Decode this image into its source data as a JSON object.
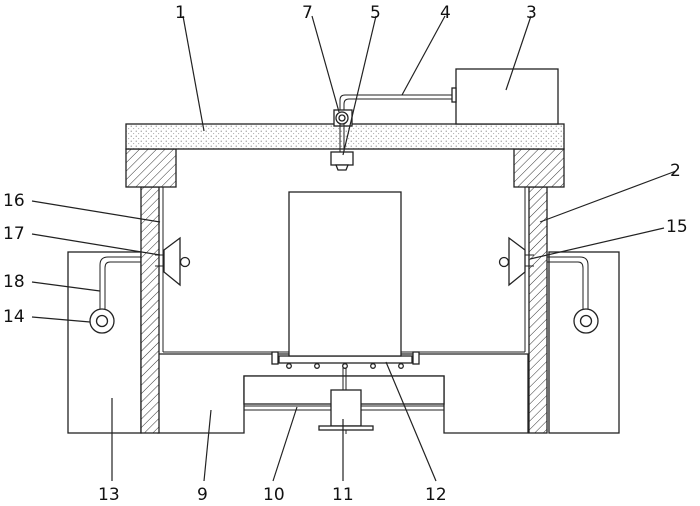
{
  "labels": {
    "l1": "1",
    "l2": "2",
    "l3": "3",
    "l4": "4",
    "l5": "5",
    "l7": "7",
    "l9": "9",
    "l10": "10",
    "l11": "11",
    "l12": "12",
    "l13": "13",
    "l14": "14",
    "l15": "15",
    "l16": "16",
    "l17": "17",
    "l18": "18"
  }
}
